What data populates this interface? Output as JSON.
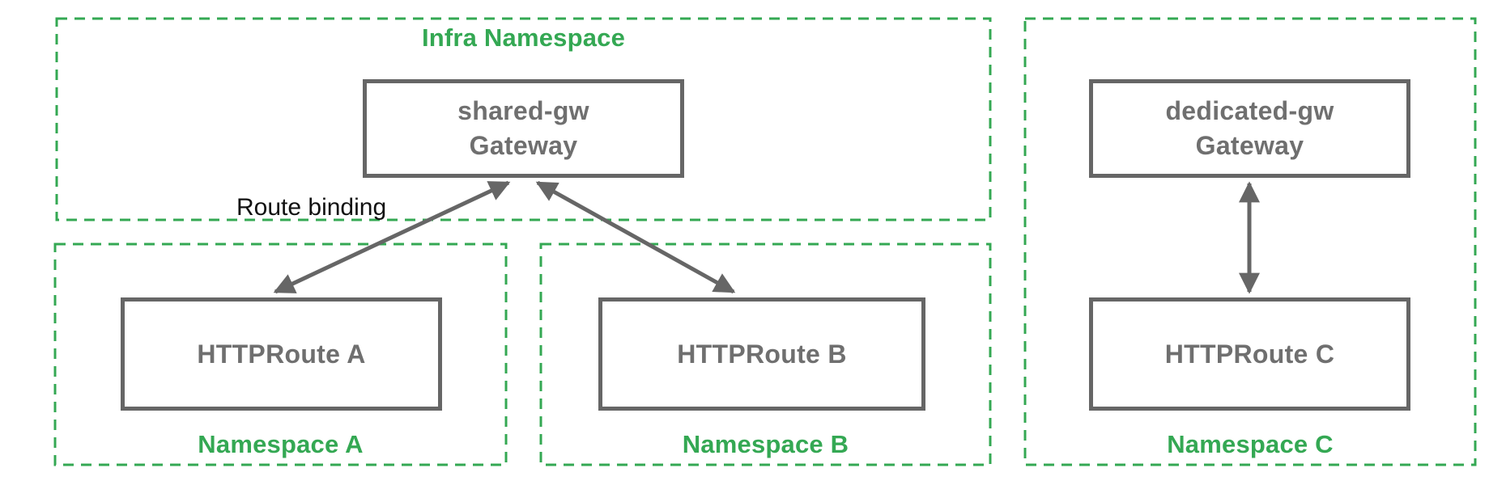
{
  "colors": {
    "namespace_green": "#34a853",
    "box_border_gray": "#666666",
    "box_text_gray": "#6f6f6f",
    "annotation_black": "#111111",
    "background": "#ffffff"
  },
  "infra_namespace": {
    "label": "Infra Namespace",
    "gateway": {
      "name": "shared-gw",
      "kind": "Gateway"
    }
  },
  "namespace_a": {
    "label": "Namespace A",
    "route": "HTTPRoute A"
  },
  "namespace_b": {
    "label": "Namespace B",
    "route": "HTTPRoute B"
  },
  "namespace_c": {
    "label": "Namespace C",
    "gateway": {
      "name": "dedicated-gw",
      "kind": "Gateway"
    },
    "route": "HTTPRoute C"
  },
  "annotations": {
    "route_binding": "Route binding"
  },
  "edges": [
    {
      "from": "HTTPRoute A",
      "to": "shared-gw Gateway",
      "label": "Route binding",
      "bidirectional": true
    },
    {
      "from": "HTTPRoute B",
      "to": "shared-gw Gateway",
      "label": "Route binding",
      "bidirectional": true
    },
    {
      "from": "HTTPRoute C",
      "to": "dedicated-gw Gateway",
      "label": "",
      "bidirectional": true
    }
  ]
}
